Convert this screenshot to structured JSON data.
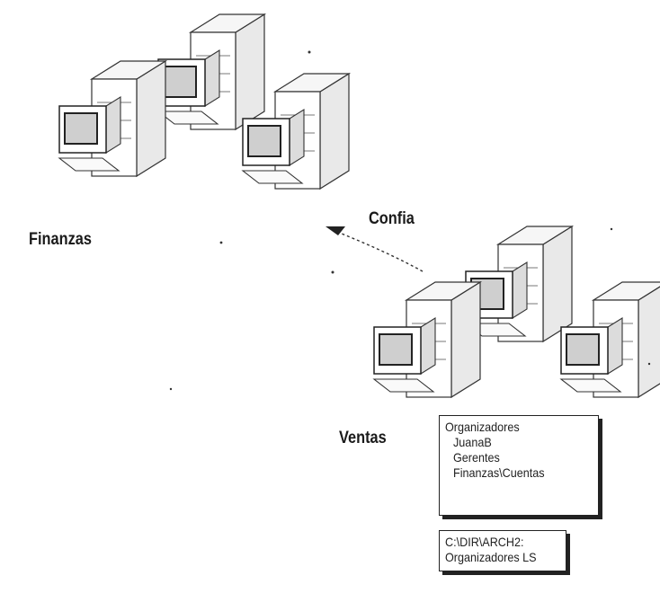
{
  "domains": [
    {
      "name": "Finanzas"
    },
    {
      "name": "Ventas"
    }
  ],
  "trust": {
    "label": "Confia"
  },
  "acl_box": {
    "title": "Organizadores",
    "members": [
      "JuanaB",
      "Gerentes",
      "Finanzas\\Cuentas"
    ]
  },
  "path_box": {
    "lines": [
      "C:\\DIR\\ARCH2:",
      "Organizadores LS"
    ]
  },
  "colors": {
    "ink": "#222222",
    "fill": "#ffffff",
    "screen": "#cfcfcf"
  },
  "icons": [
    "server-computer-icon",
    "trust-arrow-icon"
  ]
}
